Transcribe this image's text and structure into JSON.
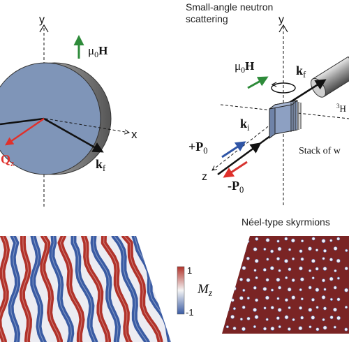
{
  "panels": {
    "sans": {
      "title_line1": "Small-angle neutron",
      "title_line2": "scattering",
      "axis_y": "y",
      "axis_z": "z",
      "mu0H": "μ0H",
      "kf": "kf",
      "ki": "ki",
      "p0_plus": "+P0",
      "p0_minus": "-P0",
      "stack_label": "Stack of w",
      "detector_label": "3H"
    },
    "sample_geometry": {
      "axis_y": "y",
      "axis_x": "x",
      "mu0H": "μ0H",
      "kf": "kf",
      "qz": "Qz"
    },
    "stripes": {
      "colorbar_max": "1",
      "colorbar_min": "-1",
      "colorbar_label": "Mz"
    },
    "skyrmions": {
      "title": "Néel-type skyrmions"
    }
  },
  "colors": {
    "disk_face": "#7f95b8",
    "field_arrow": "#2e8b3a",
    "qz_arrow": "#e0302b",
    "p0_plus_arrow": "#2f55a6",
    "p0_minus_arrow": "#d63330",
    "magnetization_positive": "#b1322a",
    "magnetization_negative": "#3a5ba3",
    "skyrmion_background": "#7a2424"
  }
}
